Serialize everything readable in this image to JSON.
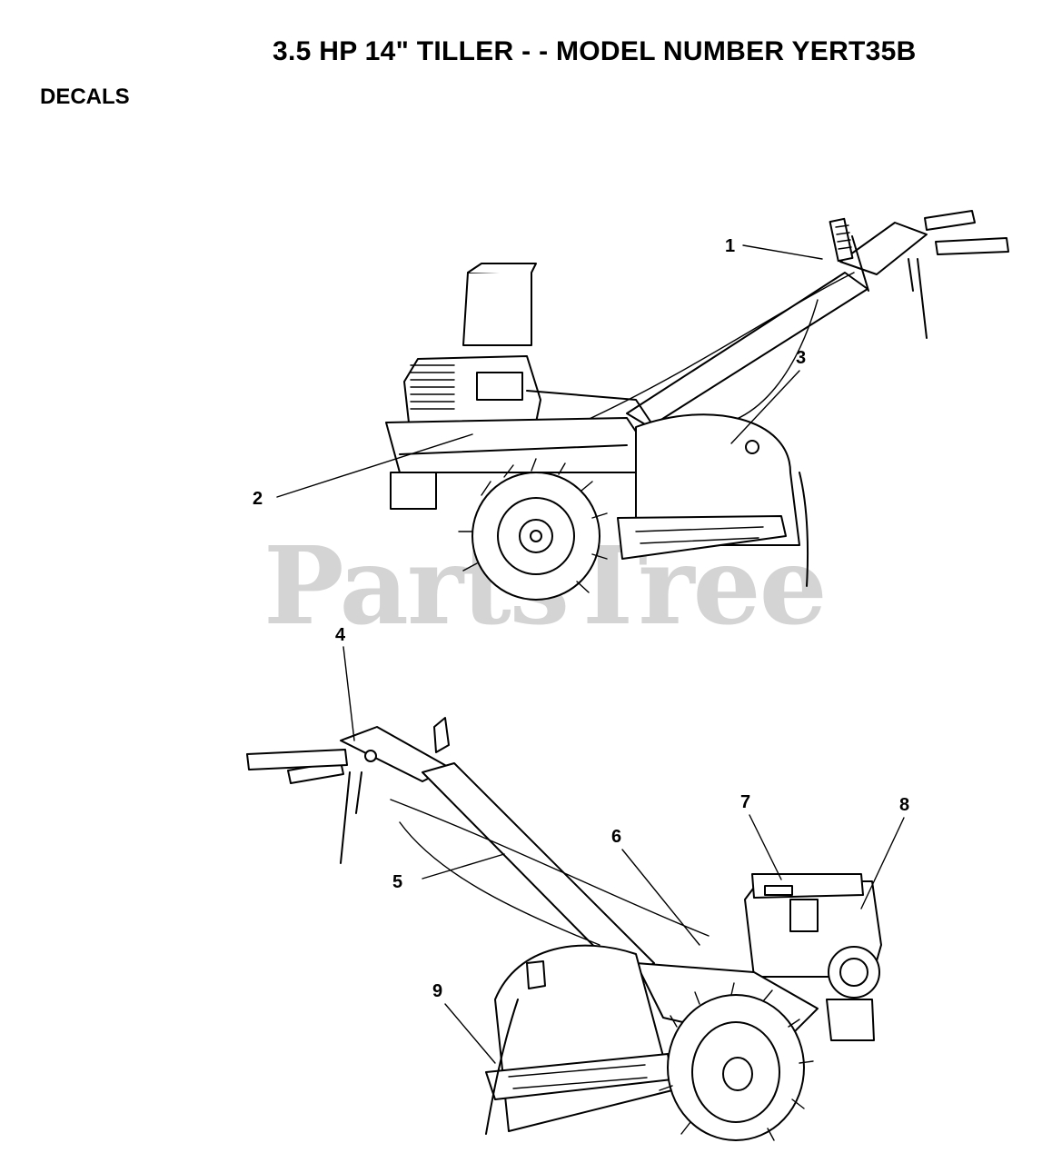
{
  "header": {
    "title": "3.5 HP 14\" TILLER - - MODEL NUMBER YERT35B",
    "section": "DECALS"
  },
  "watermark": "PartsTree",
  "callouts": [
    "1",
    "2",
    "3",
    "4",
    "5",
    "6",
    "7",
    "8",
    "9"
  ],
  "colors": {
    "ink": "#000000",
    "watermark": "#d4d4d4",
    "background": "#ffffff"
  }
}
